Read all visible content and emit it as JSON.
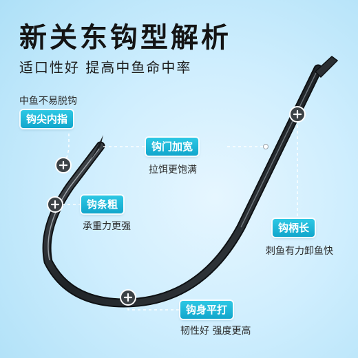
{
  "header": {
    "title": "新关东钩型解析",
    "subtitle": "适口性好 提高中鱼命中率"
  },
  "features": {
    "point": {
      "tag": "钩尖内指",
      "caption": "中鱼不易脱钩"
    },
    "gap": {
      "tag": "钩门加宽",
      "caption": "拉饵更饱满"
    },
    "wire": {
      "tag": "钩条粗",
      "caption": "承重力更强"
    },
    "shank": {
      "tag": "钩柄长",
      "caption": "刺鱼有力卸鱼快"
    },
    "bend": {
      "tag": "钩身平打",
      "caption": "韧性好 强度更高"
    }
  },
  "colors": {
    "accent": "#18b4d8",
    "hook": "#2b2f33",
    "background": "#cfeefe"
  }
}
